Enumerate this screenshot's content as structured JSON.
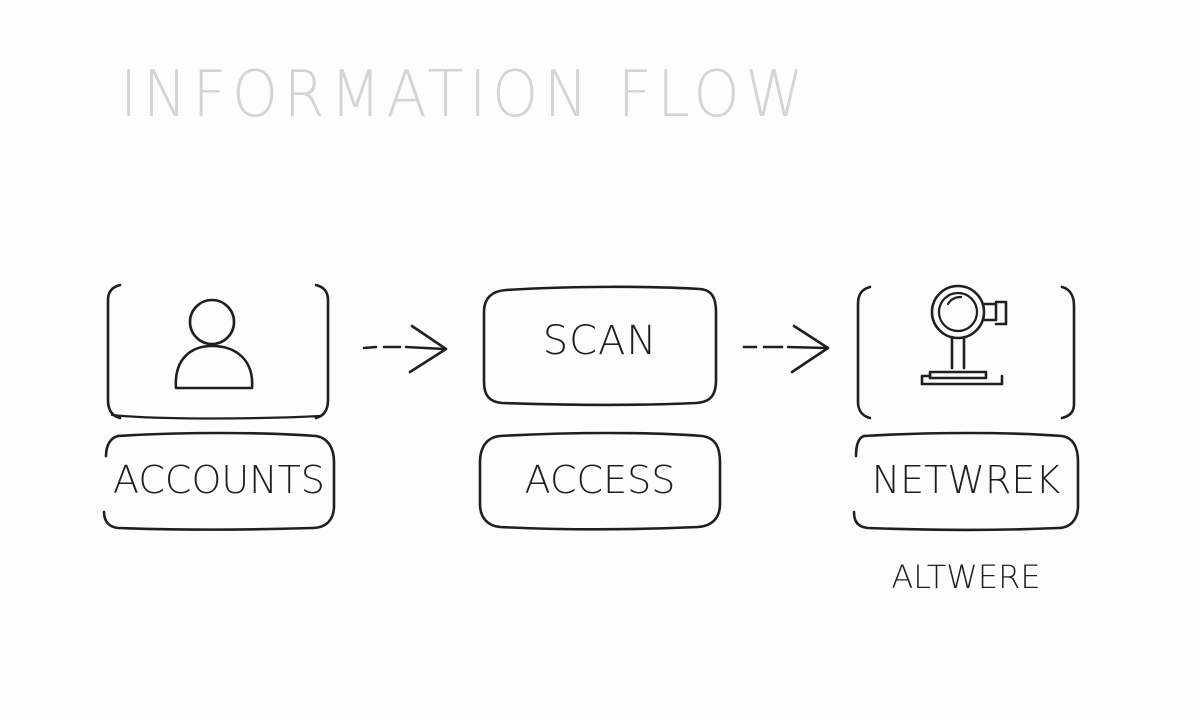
{
  "diagram": {
    "title": "INFORMATION FLOW",
    "nodes": [
      {
        "id": "accounts",
        "icon": "user-icon",
        "label": "ACCOUNTS"
      },
      {
        "id": "scan",
        "label": "SCAN",
        "sublabel": "ACCESS"
      },
      {
        "id": "network",
        "icon": "magnifier-stand-icon",
        "label": "NETWREK",
        "note": "ALTWERE"
      }
    ],
    "edges": [
      {
        "from": "accounts",
        "to": "scan"
      },
      {
        "from": "scan",
        "to": "network"
      }
    ],
    "colors": {
      "ink": "#1f1f1f",
      "title": "#d4d4d2",
      "background": "#fdfdfc"
    }
  }
}
